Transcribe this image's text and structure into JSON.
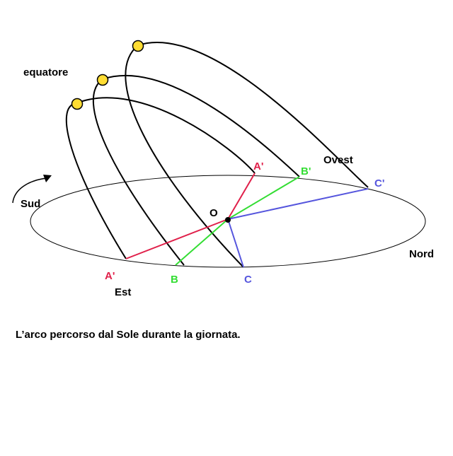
{
  "labels": {
    "equator": "equatore",
    "south": "Sud",
    "west": "Ovest",
    "north": "Nord",
    "east": "Est",
    "center": "O",
    "a_rise": "A'",
    "a_set": "A'",
    "b_rise": "B",
    "b_set": "B'",
    "c_rise": "C",
    "c_set": "C'"
  },
  "caption": "L’arco percorso dal Sole durante la giornata.",
  "colors": {
    "path_a": "#e0204a",
    "path_b": "#33dd33",
    "path_c": "#5555dd",
    "arc": "#000000",
    "sun_fill": "#ffdd33",
    "sun_stroke": "#000000"
  }
}
